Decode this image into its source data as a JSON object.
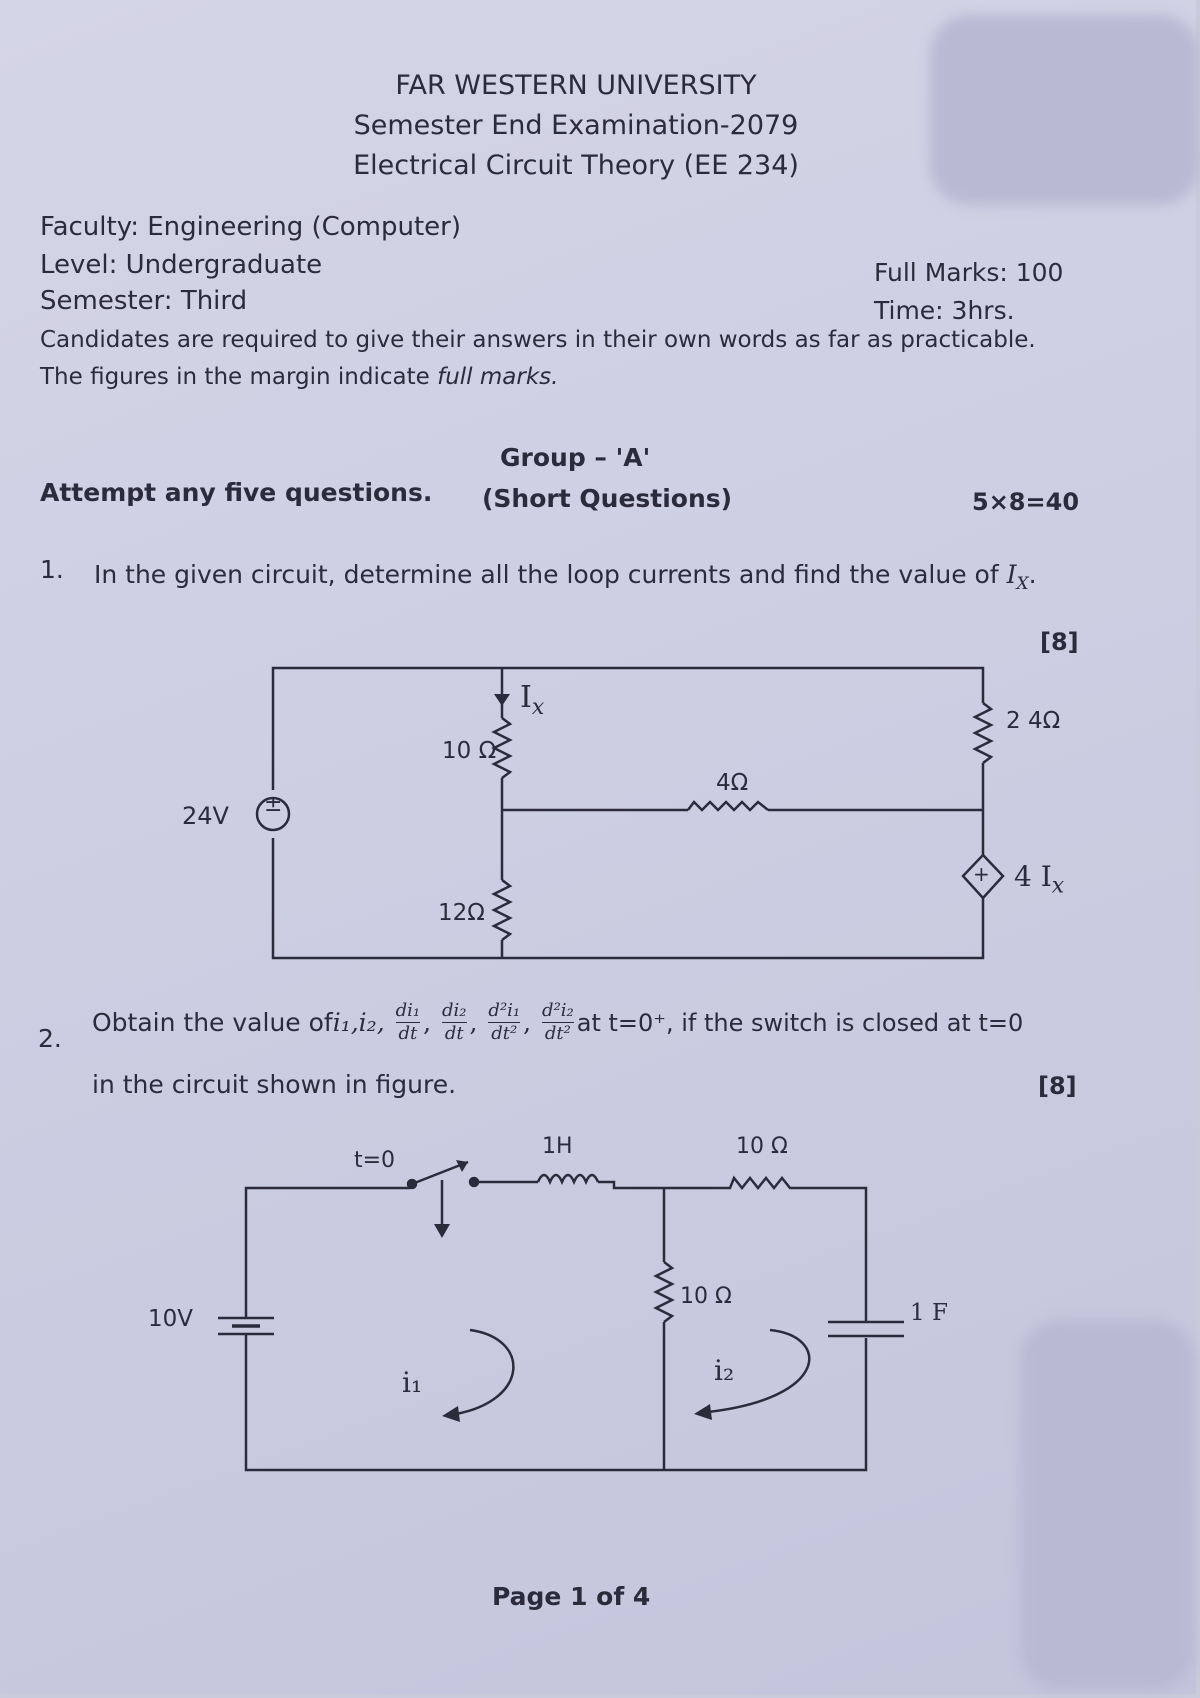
{
  "header": {
    "university": "FAR WESTERN UNIVERSITY",
    "exam": "Semester End Examination-2079",
    "course": "Electrical Circuit Theory (EE 234)"
  },
  "meta": {
    "faculty": "Faculty: Engineering (Computer)",
    "level": "Level: Undergraduate",
    "semester": "Semester: Third",
    "full_marks": "Full Marks: 100",
    "time": "Time: 3hrs.",
    "instruction_1": "Candidates are required to give their answers in their own words as far as practicable.",
    "instruction_2_prefix": "The figures in the margin indicate ",
    "instruction_2_emph": "full marks."
  },
  "group": {
    "attempt": "Attempt any five questions.",
    "title": "Group – 'A'",
    "subtitle": "(Short Questions)",
    "marks": "5×8=40"
  },
  "q1": {
    "number": "1.",
    "text_prefix": "In the given circuit, determine all the loop currents and find the value of ",
    "text_var": "I",
    "text_var_sub": "X",
    "text_suffix": ".",
    "marks": "[8]",
    "circuit": {
      "source": "24V",
      "source_symbol": "±",
      "r_top": "10 Ω",
      "r_bottom": "12Ω",
      "r_middle": "4Ω",
      "r_right": "2 4Ω",
      "current": "I",
      "current_sub": "x",
      "dep_source": "4 I",
      "dep_source_sub": "x",
      "dep_symbol": "+"
    }
  },
  "q2": {
    "number": "2.",
    "text_prefix": "Obtain the value of ",
    "vars": "i₁,i₂,",
    "frac1_num": "di₁",
    "frac1_den": "dt",
    "frac2_num": "di₂",
    "frac2_den": "dt",
    "frac3_num": "d²i₁",
    "frac3_den": "dt²",
    "frac4_num": "d²i₂",
    "frac4_den": "dt²",
    "text_suffix": " at t=0⁺, if the switch is closed at t=0",
    "line2": "in the circuit shown in figure.",
    "marks": "[8]",
    "circuit": {
      "switch": "t=0",
      "inductor": "1H",
      "r_top": "10 Ω",
      "r_mid": "10 Ω",
      "capacitor": "1 F",
      "source": "10V",
      "loop1": "i₁",
      "loop2": "i₂"
    }
  },
  "footer": {
    "page": "Page 1 of 4"
  }
}
